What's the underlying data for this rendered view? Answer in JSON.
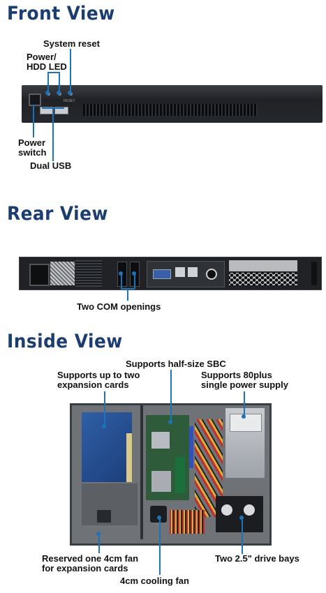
{
  "front": {
    "title": "Front View",
    "labels": {
      "system_reset": "System reset",
      "power_led": "Power/\nHDD LED",
      "power_switch": "Power\nswitch",
      "dual_usb": "Dual USB"
    },
    "panel_text": "RESET"
  },
  "rear": {
    "title": "Rear View",
    "labels": {
      "com": "Two COM openings"
    }
  },
  "inside": {
    "title": "Inside View",
    "labels": {
      "expansion": "Supports up to two\nexpansion cards",
      "sbc": "Supports half-size SBC",
      "psu": "Supports 80plus\nsingle power supply",
      "fan_reserved": "Reserved one 4cm fan\nfor expansion cards",
      "drive_bays": "Two 2.5\" drive bays",
      "cooling_fan": "4cm cooling fan"
    }
  },
  "colors": {
    "heading": "#1b3d70",
    "callout": "#1e73b8",
    "chassis": "#26292e"
  }
}
